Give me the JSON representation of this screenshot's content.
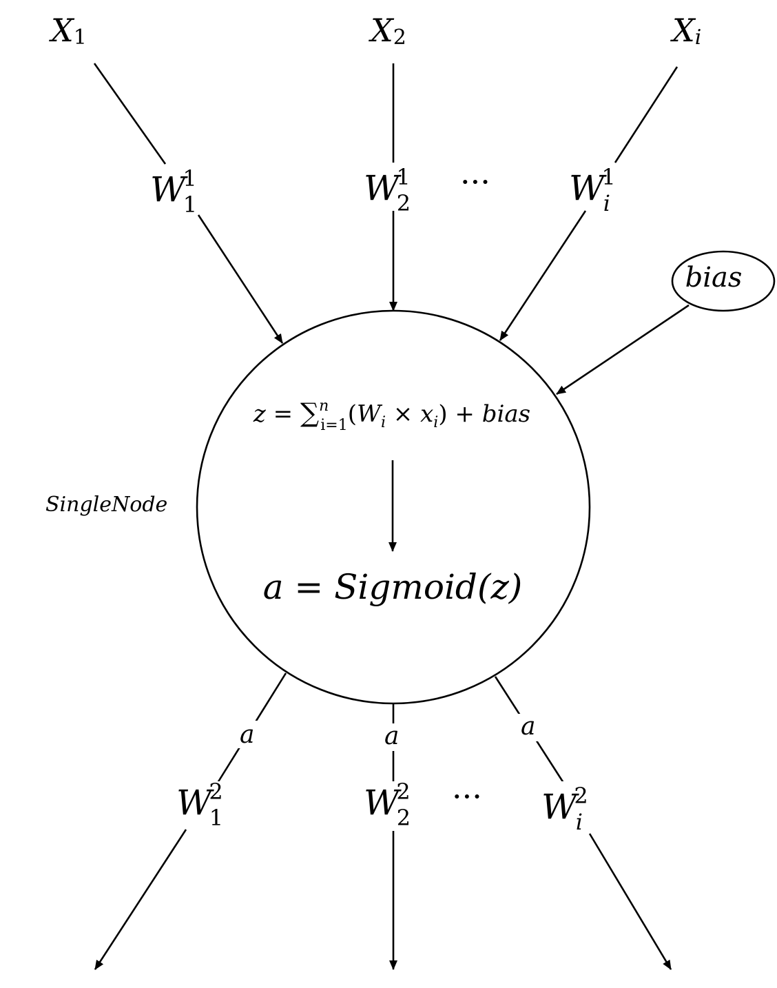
{
  "inputs": [
    {
      "base": "X",
      "sub": "1"
    },
    {
      "base": "X",
      "sub": "2"
    },
    {
      "base": "X",
      "sub": "i"
    }
  ],
  "input_weights": [
    {
      "base": "W",
      "sub": "1",
      "sup": "1"
    },
    {
      "base": "W",
      "sub": "2",
      "sup": "1"
    },
    {
      "base": "W",
      "sub": "i",
      "sup": "1"
    }
  ],
  "output_weights": [
    {
      "base": "W",
      "sub": "1",
      "sup": "2"
    },
    {
      "base": "W",
      "sub": "2",
      "sup": "2"
    },
    {
      "base": "W",
      "sub": "i",
      "sup": "2"
    }
  ],
  "ellipsis": "···",
  "bias_label": "bias",
  "node_label": "SingleNode",
  "formula_z": {
    "lhs": "z",
    "eq": " = ",
    "sum": "∑",
    "sum_sup": "n",
    "sum_sub": "i=1",
    "open": "(",
    "w": "W",
    "w_sub": "i",
    "times": " × ",
    "x": "x",
    "x_sub": "i",
    "close": ")",
    "plus": " + ",
    "bias": "bias"
  },
  "formula_a": "a = Sigmoid(z)",
  "output_activation": "a",
  "colors": {
    "stroke": "#000000",
    "background": "#ffffff"
  }
}
